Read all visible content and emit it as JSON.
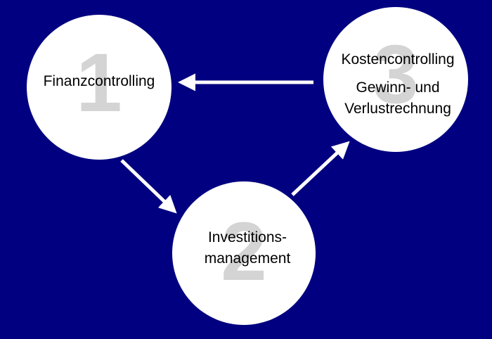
{
  "colors": {
    "background": "#000080",
    "circle": "#ffffff",
    "number": "#d4d4d4",
    "arrow": "#ffffff",
    "text": "#000000"
  },
  "nodes": [
    {
      "number": "1",
      "lines": [
        "Finanzcontrolling"
      ]
    },
    {
      "number": "2",
      "lines": [
        "Investitions-",
        "management"
      ]
    },
    {
      "number": "3",
      "lines": [
        "Kostencontrolling",
        "Gewinn- und",
        "Verlustrechnung"
      ]
    }
  ],
  "edges": [
    {
      "from": "3",
      "to": "1"
    },
    {
      "from": "1",
      "to": "2"
    },
    {
      "from": "2",
      "to": "3"
    }
  ]
}
